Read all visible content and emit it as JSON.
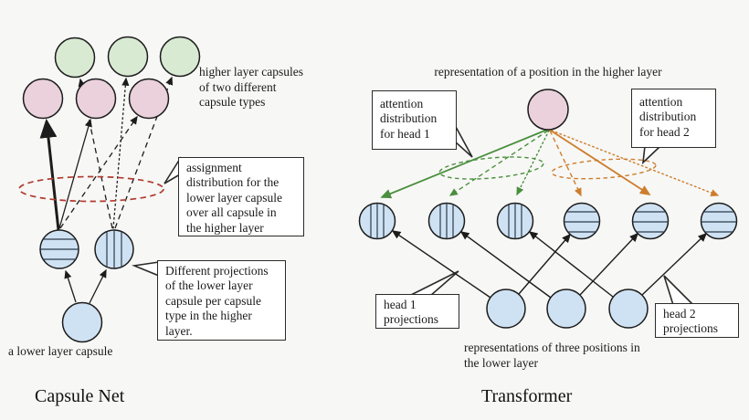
{
  "colors": {
    "background": "#f7f7f5",
    "ink": "#1c1c1c",
    "capsule_green": "#d9ead3",
    "capsule_pink": "#ead1dc",
    "capsule_blue": "#cfe2f3",
    "assignment_red": "#b03a2e",
    "head1_green": "#4a8f3e",
    "head2_orange": "#cd7d2d"
  },
  "capsule_net": {
    "title": "Capsule Net",
    "higher_layer_note": "higher layer capsules\nof two different\ncapsule types",
    "assignment_callout": "assignment\ndistribution for the\nlower layer capsule\nover all capsule in\nthe higher layer",
    "projections_callout": "Different projections\nof the lower layer\ncapsule per capsule\ntype in the higher\nlayer.",
    "lower_capsule_label": "a lower layer capsule"
  },
  "transformer": {
    "title": "Transformer",
    "higher_layer_label": "representation of a position in the higher layer",
    "head1_callout": "attention\ndistribution\nfor head 1",
    "head2_callout": "attention\ndistribution\nfor head 2",
    "head1_projections_label": "head 1\nprojections",
    "head2_projections_label": "head 2\nprojections",
    "lower_layer_label": "representations of three positions  in\nthe lower layer"
  }
}
